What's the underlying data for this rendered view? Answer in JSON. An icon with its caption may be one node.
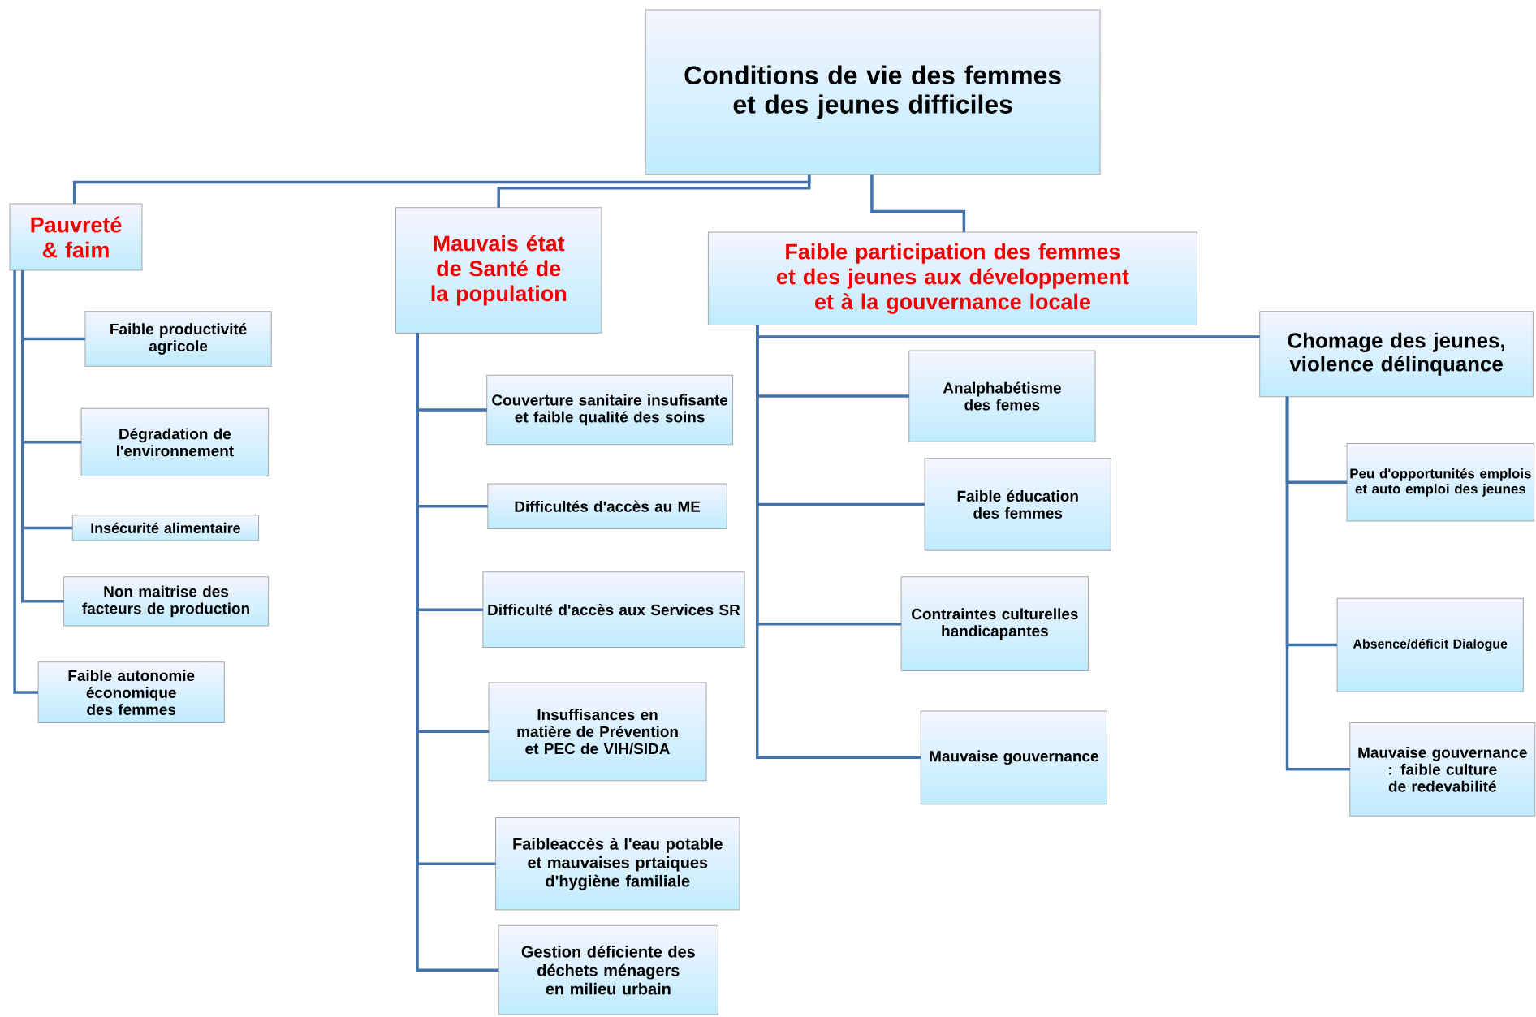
{
  "diagram": {
    "nodes": [
      {
        "text": [
          "Conditions de vie des femmes et des jeunes difficiles"
        ]
      },
      {
        "text": [
          "Pauvreté & faim"
        ]
      },
      {
        "text": [
          "Faible productivité agricole"
        ]
      },
      {
        "text": [
          "Dégradation de l'environnement"
        ]
      },
      {
        "text": [
          "Insécurité alimentaire"
        ]
      },
      {
        "text": [
          "Non maitrise des facteurs de production"
        ]
      },
      {
        "text": [
          "Faible autonomie économique des femmes"
        ]
      },
      {
        "text": [
          "Mauvais état de Santé de la population"
        ]
      },
      {
        "text": [
          "Couverture sanitaire insufisante et faible qualité des soins"
        ]
      },
      {
        "text": [
          "Difficultés d'accès au ME"
        ]
      },
      {
        "text": [
          "Difficulté d'accès aux Services SR"
        ]
      },
      {
        "text": [
          "Insuffisances en matière de Prévention et PEC de VIH/SIDA"
        ]
      },
      {
        "text": [
          "Faibleaccès à l'eau potable et mauvaises prtaiques d'hygiène familiale"
        ]
      },
      {
        "text": [
          "Gestion déficiente des déchets ménagers en milieu urbain"
        ]
      },
      {
        "text": [
          "Faible participation des femmes et des jeunes aux développement et à la gouvernance locale"
        ]
      },
      {
        "text": [
          "Analphabétisme des femes"
        ]
      },
      {
        "text": [
          "Faible éducation des femmes"
        ]
      },
      {
        "text": [
          "Contraintes culturelles handicapantes"
        ]
      },
      {
        "text": [
          "Mauvaise gouvernance"
        ]
      },
      {
        "text": [
          "Chomage des jeunes, violence délinquance"
        ]
      },
      {
        "text": [
          "Peu d'opportunités emplois et auto emploi des jeunes"
        ]
      },
      {
        "text": [
          "Absence/déficit Dialogue"
        ]
      },
      {
        "text": [
          "Mauvaise gouvernance : faible culture de redevabilité"
        ]
      }
    ],
    "edges": [
      {
        "from": 0,
        "to": 1,
        "arrow": "none"
      },
      {
        "from": 0,
        "to": 7,
        "arrow": "none"
      },
      {
        "from": 0,
        "to": 14,
        "arrow": "none"
      },
      {
        "from": 1,
        "to": 2,
        "arrow": "none"
      },
      {
        "from": 1,
        "to": 3,
        "arrow": "none"
      },
      {
        "from": 1,
        "to": 4,
        "arrow": "none"
      },
      {
        "from": 1,
        "to": 5,
        "arrow": "none"
      },
      {
        "from": 1,
        "to": 6,
        "arrow": "none"
      },
      {
        "from": 7,
        "to": 8,
        "arrow": "none"
      },
      {
        "from": 7,
        "to": 9,
        "arrow": "none"
      },
      {
        "from": 7,
        "to": 10,
        "arrow": "none"
      },
      {
        "from": 7,
        "to": 11,
        "arrow": "none"
      },
      {
        "from": 7,
        "to": 12,
        "arrow": "none"
      },
      {
        "from": 7,
        "to": 13,
        "arrow": "none"
      },
      {
        "from": 14,
        "to": 15,
        "arrow": "none"
      },
      {
        "from": 14,
        "to": 16,
        "arrow": "none"
      },
      {
        "from": 14,
        "to": 17,
        "arrow": "none"
      },
      {
        "from": 14,
        "to": 18,
        "arrow": "none"
      },
      {
        "from": 14,
        "to": 19,
        "arrow": "none"
      },
      {
        "from": 19,
        "to": 20,
        "arrow": "none"
      },
      {
        "from": 19,
        "to": 21,
        "arrow": "none"
      },
      {
        "from": 19,
        "to": 22,
        "arrow": "none"
      }
    ]
  }
}
